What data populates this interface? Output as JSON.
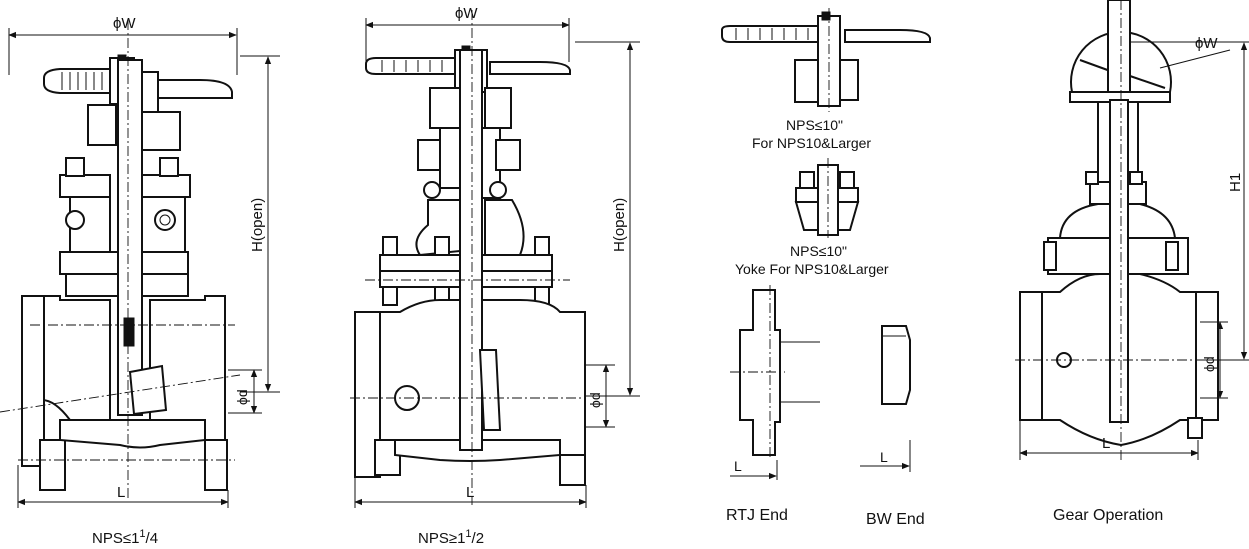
{
  "labels": {
    "phi_w": "ϕW",
    "phi_d": "ϕd",
    "length": "L",
    "height_open": "H(open)",
    "height_gear": "H1"
  },
  "views": [
    {
      "caption_main": "NPS≤1",
      "caption_sup": "1",
      "caption_tail": "/4"
    },
    {
      "caption_main": "NPS≥1",
      "caption_sup": "1",
      "caption_tail": "/2"
    }
  ],
  "details": {
    "handwheel_note": [
      "NPS≤10\"",
      "For NPS10&Larger"
    ],
    "yoke_note": [
      "NPS≤10\"",
      "Yoke For NPS10&Larger"
    ],
    "rtj_caption": "RTJ End",
    "bw_caption": "BW End",
    "gear_caption": "Gear Operation"
  }
}
